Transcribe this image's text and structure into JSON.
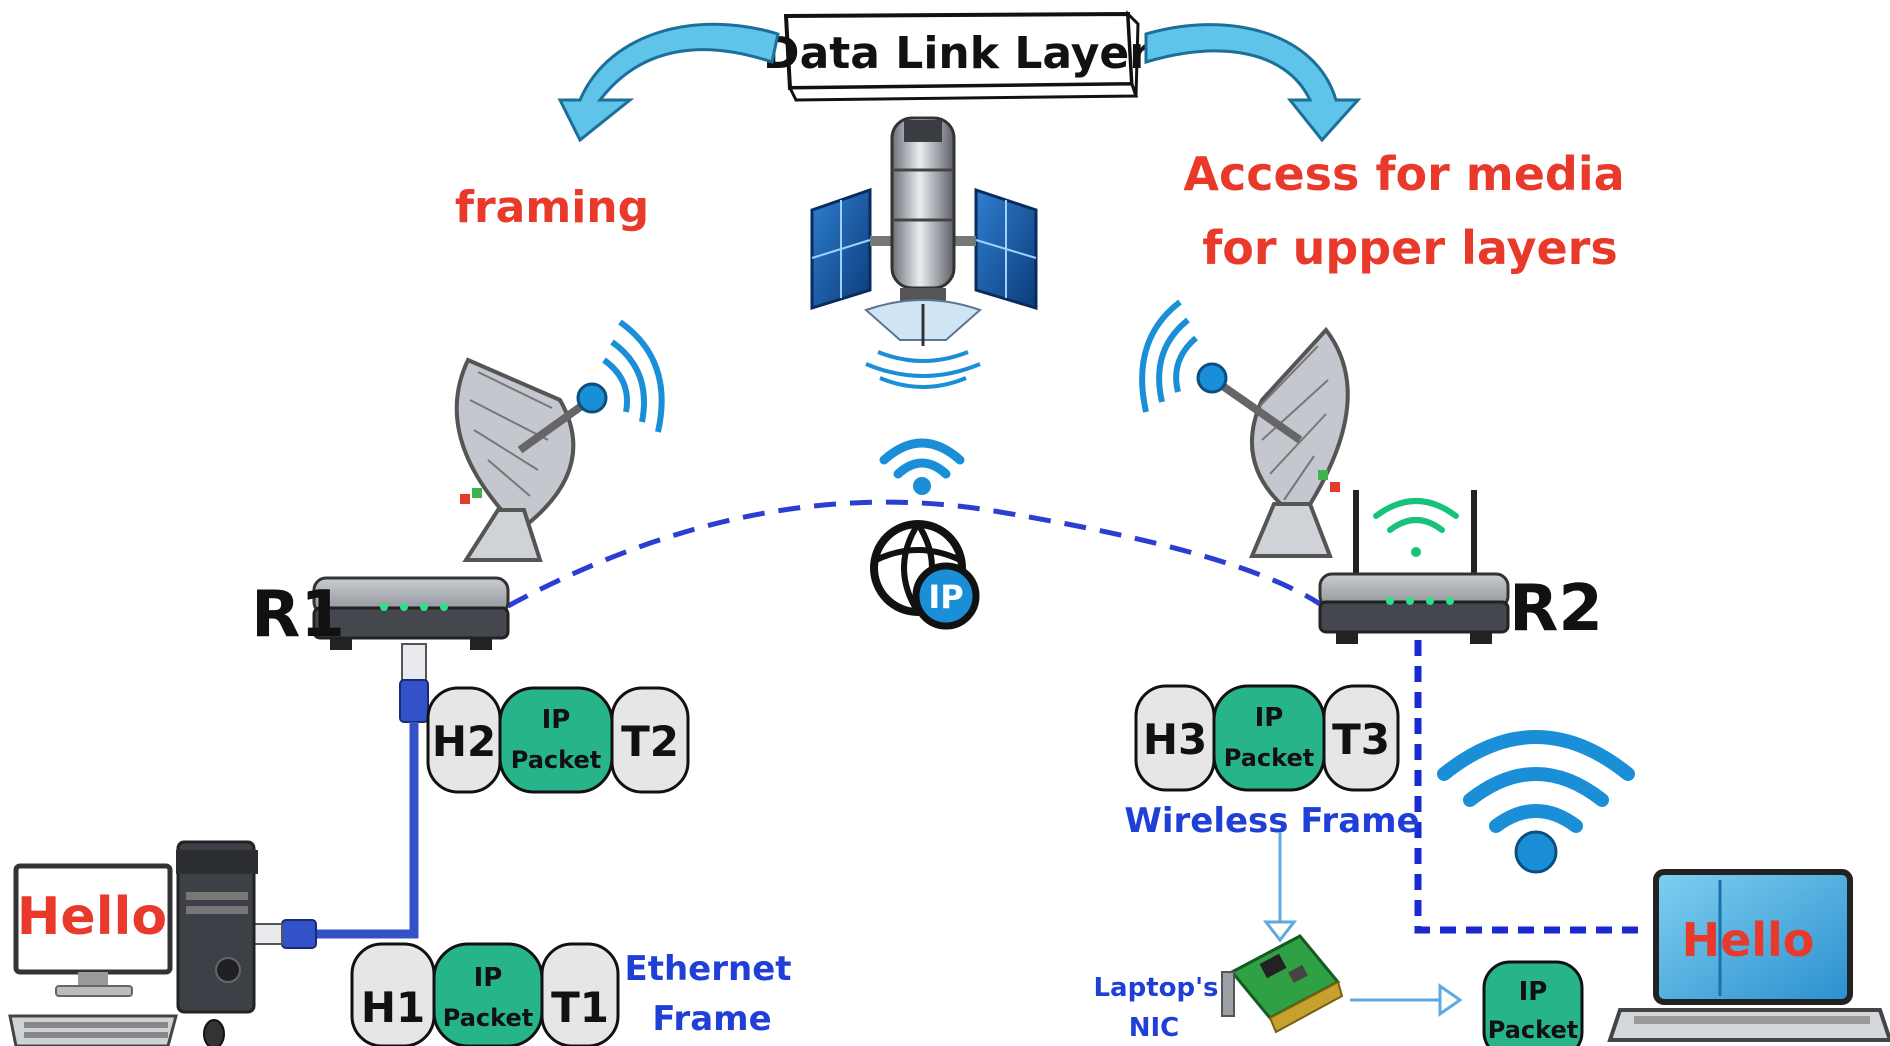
{
  "title": "Data Link Layer",
  "functions": {
    "left": "framing",
    "right_line1": "Access for media",
    "right_line2": "for upper layers"
  },
  "routers": {
    "r1": "R1",
    "r2": "R2"
  },
  "protocol_badge": "IP",
  "frames": {
    "r1_frame": {
      "header": "H2",
      "payload_line1": "IP",
      "payload_line2": "Packet",
      "trailer": "T2"
    },
    "r2_frame": {
      "header": "H3",
      "payload_line1": "IP",
      "payload_line2": "Packet",
      "trailer": "T3"
    },
    "pc_frame": {
      "header": "H1",
      "payload_line1": "IP",
      "payload_line2": "Packet",
      "trailer": "T1"
    },
    "nic_packet": {
      "line1": "IP",
      "line2": "Packet"
    }
  },
  "labels": {
    "wireless_frame": "Wireless Frame",
    "ethernet_line1": "Ethernet",
    "ethernet_line2": "Frame",
    "nic_line1": "Laptop's",
    "nic_line2": "NIC"
  },
  "screens": {
    "pc": "Hello",
    "laptop": "Hello"
  },
  "colors": {
    "red_text": "#e8392a",
    "blue_text": "#1f3fd6",
    "arrow": "#5fc3ea",
    "packet_green": "#27b48a",
    "frame_gray": "#e6e6e6",
    "dashed_link": "#2a3fd1",
    "wifi_blue": "#1a8fd8",
    "wifi_green": "#17c27b"
  }
}
